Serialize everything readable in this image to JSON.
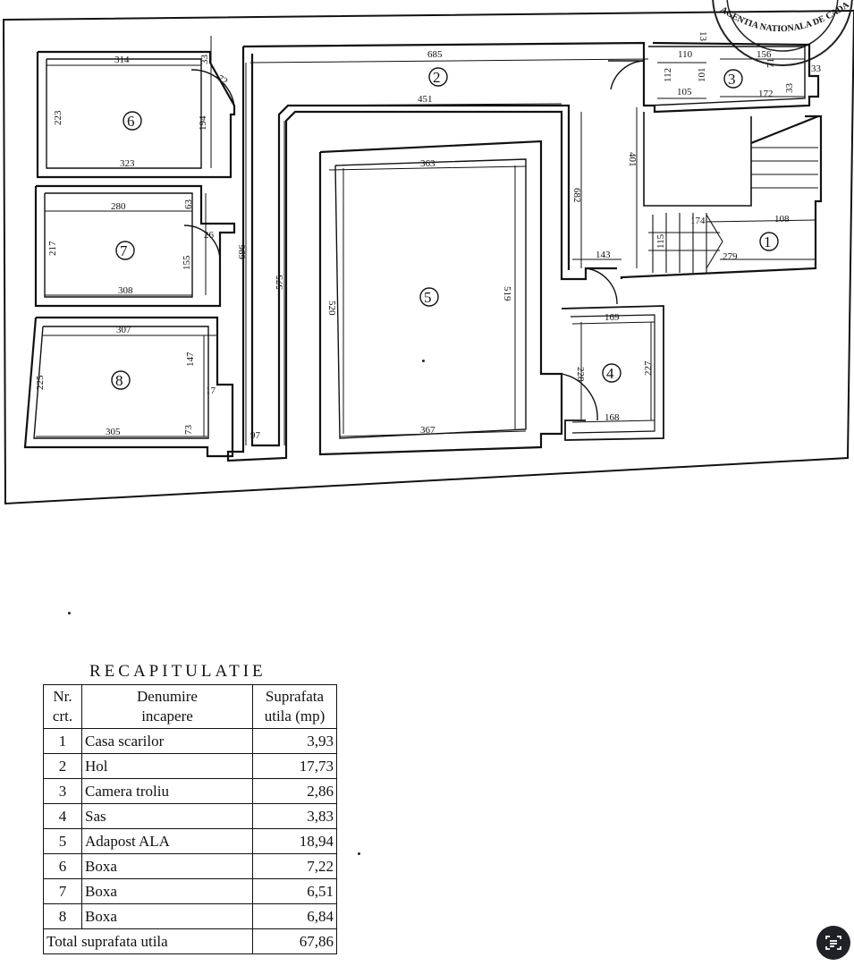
{
  "plan": {
    "stamp_text": "AGENTIA NATIONALA DE CADASTRU SI",
    "rooms": [
      {
        "num": "1"
      },
      {
        "num": "2"
      },
      {
        "num": "3"
      },
      {
        "num": "4"
      },
      {
        "num": "5"
      },
      {
        "num": "6"
      },
      {
        "num": "7"
      },
      {
        "num": "8"
      }
    ],
    "dims": {
      "d314": "314",
      "d33a": "33",
      "d72": "72",
      "d685": "685",
      "d110": "110",
      "d13": "13",
      "d156": "156",
      "d33b": "33",
      "d71": "71",
      "d112": "112",
      "d101": "101",
      "d105": "105",
      "d172": "172",
      "d33c": "33",
      "d223": "223",
      "d194": "194",
      "d323": "323",
      "d451": "451",
      "d401": "401",
      "d363": "363",
      "d682": "682",
      "d280": "280",
      "d63": "63",
      "d26": "26",
      "d217": "217",
      "d155": "155",
      "d308": "308",
      "d696": "696",
      "d575": "575",
      "d174": "174",
      "d108": "108",
      "d115": "115",
      "d279": "279",
      "d143": "143",
      "d520": "520",
      "d519": "519",
      "d307": "307",
      "d147": "147",
      "d169": "169",
      "d225": "225",
      "d17": "17",
      "d228": "228",
      "d227": "227",
      "d305": "305",
      "d73": "73",
      "d97": "97",
      "d367": "367",
      "d168": "168"
    }
  },
  "recap": {
    "title": "RECAPITULATIE",
    "headers": {
      "nr_l1": "Nr.",
      "nr_l2": "crt.",
      "name_l1": "Denumire",
      "name_l2": "incapere",
      "area_l1": "Suprafata",
      "area_l2": "utila (mp)"
    },
    "rows": [
      {
        "nr": "1",
        "name": "Casa scarilor",
        "area": "3,93"
      },
      {
        "nr": "2",
        "name": "Hol",
        "area": "17,73"
      },
      {
        "nr": "3",
        "name": "Camera troliu",
        "area": "2,86"
      },
      {
        "nr": "4",
        "name": "Sas",
        "area": "3,83"
      },
      {
        "nr": "5",
        "name": "Adapost ALA",
        "area": "18,94"
      },
      {
        "nr": "6",
        "name": "Boxa",
        "area": "7,22"
      },
      {
        "nr": "7",
        "name": "Boxa",
        "area": "6,51"
      },
      {
        "nr": "8",
        "name": "Boxa",
        "area": "6,84"
      }
    ],
    "total_label": "Total suprafata utila",
    "total_value": "67,86"
  },
  "ui": {
    "fab_icon": "text-scan-icon"
  }
}
